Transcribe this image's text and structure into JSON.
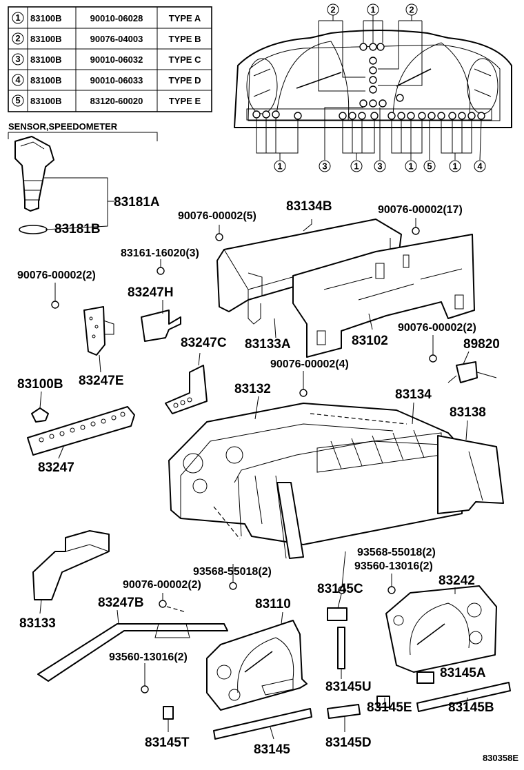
{
  "type_table": [
    {
      "num": "1",
      "part": "83100B",
      "code": "90010-06028",
      "type": "TYPE A"
    },
    {
      "num": "2",
      "part": "83100B",
      "code": "90076-04003",
      "type": "TYPE B"
    },
    {
      "num": "3",
      "part": "83100B",
      "code": "90010-06032",
      "type": "TYPE C"
    },
    {
      "num": "4",
      "part": "83100B",
      "code": "90010-06033",
      "type": "TYPE D"
    },
    {
      "num": "5",
      "part": "83100B",
      "code": "83120-60020",
      "type": "TYPE  E"
    }
  ],
  "sensor_title": "SENSOR,SPEEDOMETER",
  "bulb_callouts": {
    "top": [
      "2",
      "1",
      "2"
    ],
    "bottom": [
      "1",
      "3",
      "1",
      "3",
      "1",
      "5",
      "1",
      "4"
    ]
  },
  "part_labels": {
    "p83181A": "83181A",
    "p83181B": "83181B",
    "p90076_5": "90076-00002(5)",
    "p83134B": "83134B",
    "p90076_17": "90076-00002(17)",
    "p83161": "83161-16020(3)",
    "p90076_2a": "90076-00002(2)",
    "p83247H": "83247H",
    "p83133A": "83133A",
    "p83102": "83102",
    "p90076_2b": "90076-00002(2)",
    "p89820": "89820",
    "p83247C": "83247C",
    "p90076_4": "90076-00002(4)",
    "p83100B": "83100B",
    "p83247E": "83247E",
    "p83132": "83132",
    "p83134": "83134",
    "p83138": "83138",
    "p83247": "83247",
    "p93568_a": "93568-55018(2)",
    "p93560_a": "93560-13016(2)",
    "p93568_b": "93568-55018(2)",
    "p83242": "83242",
    "p90076_2c": "90076-00002(2)",
    "p83145C": "83145C",
    "p83110": "83110",
    "p83133": "83133",
    "p83247B": "83247B",
    "p93560_b": "93560-13016(2)",
    "p83145A": "83145A",
    "p83145U": "83145U",
    "p83145T": "83145T",
    "p83145": "83145",
    "p83145D": "83145D",
    "p83145E": "83145E",
    "p83145B": "83145B"
  },
  "drawing_code": "830358E"
}
